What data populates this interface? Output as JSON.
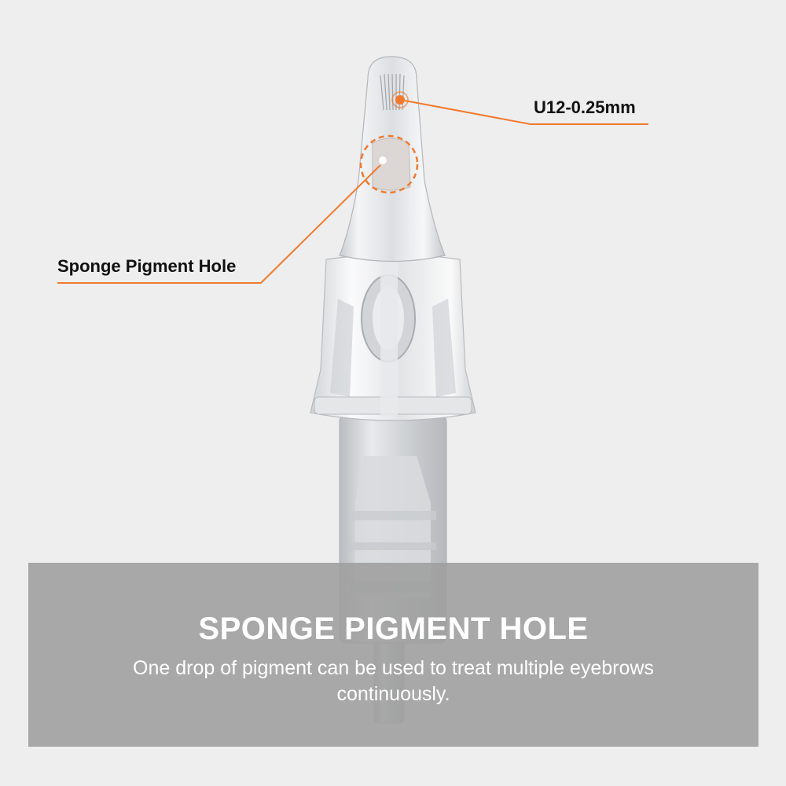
{
  "callouts": {
    "needle": {
      "label": "U12-0.25mm"
    },
    "sponge": {
      "label": "Sponge Pigment Hole"
    }
  },
  "caption": {
    "title": "SPONGE PIGMENT HOLE",
    "body": "One drop of pigment can be used to treat multiple eyebrows continuously."
  },
  "colors": {
    "background": "#eeeeee",
    "accent": "#f07a2e",
    "panel": "#9e9e9e",
    "caption_text": "#ffffff",
    "label_text": "#111111"
  }
}
